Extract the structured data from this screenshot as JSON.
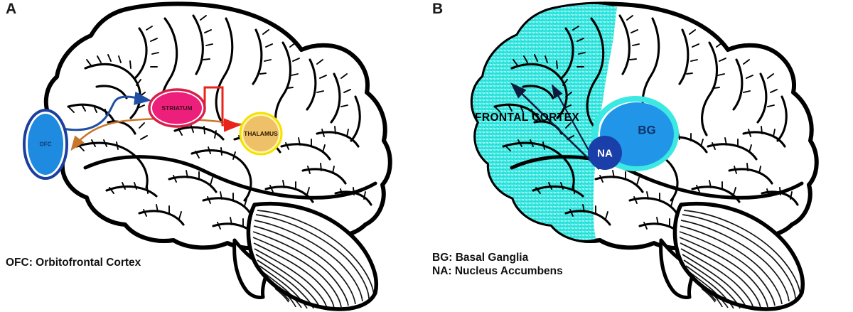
{
  "figure": {
    "type": "anatomical-diagram",
    "description": "Two lateral-view human brain schematics labelling reward-circuit structures",
    "background": "#ffffff"
  },
  "panels": [
    {
      "id": "A",
      "letter": "A",
      "regions": [
        {
          "key": "ofc",
          "label": "OFC",
          "shape": "ellipse",
          "fill": "#1e8ae0",
          "stroke": "#1b3f9e",
          "ring": "#ffffff",
          "text_color": "#17356b"
        },
        {
          "key": "striatum",
          "label": "STRIATUM",
          "shape": "ellipse",
          "fill": "#ec1f7a",
          "stroke": "#d81f4a",
          "ring": "#ffffff",
          "text_color": "#3d0a1e"
        },
        {
          "key": "thalamus",
          "label": "THALAMUS",
          "shape": "circle",
          "fill": "#eec068",
          "stroke": "#f5e000",
          "ring": "#fff6a8",
          "text_color": "#2b1c00"
        }
      ],
      "connections": [
        {
          "key": "ofc-to-striatum",
          "from": "OFC",
          "to": "STRIATUM",
          "color": "#1f4fa3",
          "style": "curved-arrow"
        },
        {
          "key": "striatum-to-thalamus",
          "from": "STRIATUM",
          "to": "THALAMUS",
          "color": "#e8231a",
          "style": "stepped-arrow"
        },
        {
          "key": "thalamus-to-ofc",
          "from": "THALAMUS",
          "to": "OFC",
          "color": "#c8762a",
          "style": "long-curved-arrow"
        }
      ],
      "legend": [
        "OFC: Orbitofrontal Cortex"
      ]
    },
    {
      "id": "B",
      "letter": "B",
      "regions": [
        {
          "key": "frontal-cortex",
          "label": "FRONTAL CORTEX",
          "shape": "shaded-area",
          "fill": "#3ce8e2",
          "text_color": "#000000"
        },
        {
          "key": "bg",
          "label": "BG",
          "shape": "ellipse",
          "fill": "#2196e8",
          "ring": "#3ce8e2",
          "text_color": "#10336b"
        },
        {
          "key": "na",
          "label": "NA",
          "shape": "circle",
          "fill": "#1b3fa8",
          "text_color": "#ffffff"
        }
      ],
      "connections": [
        {
          "key": "bg-to-frontal-cortex",
          "from": "BG",
          "to": "FRONTAL CORTEX",
          "color": "#101a3c",
          "style": "straight-arrow"
        },
        {
          "key": "na-to-frontal-cortex",
          "from": "NA",
          "to": "FRONTAL CORTEX",
          "color": "#101a3c",
          "style": "straight-arrow"
        }
      ],
      "legend": [
        "BG: Basal Ganglia",
        "NA: Nucleus Accumbens"
      ]
    }
  ],
  "colors": {
    "outline": "#000000",
    "cortex_fill": "#ffffff",
    "cyan_shade": "#3ce8e2",
    "blue": "#1e8ae0",
    "navy": "#1b3fa8",
    "pink": "#ec1f7a",
    "red": "#e8231a",
    "orange": "#c8762a",
    "tan": "#eec068",
    "yellow_ring": "#f5e000"
  }
}
